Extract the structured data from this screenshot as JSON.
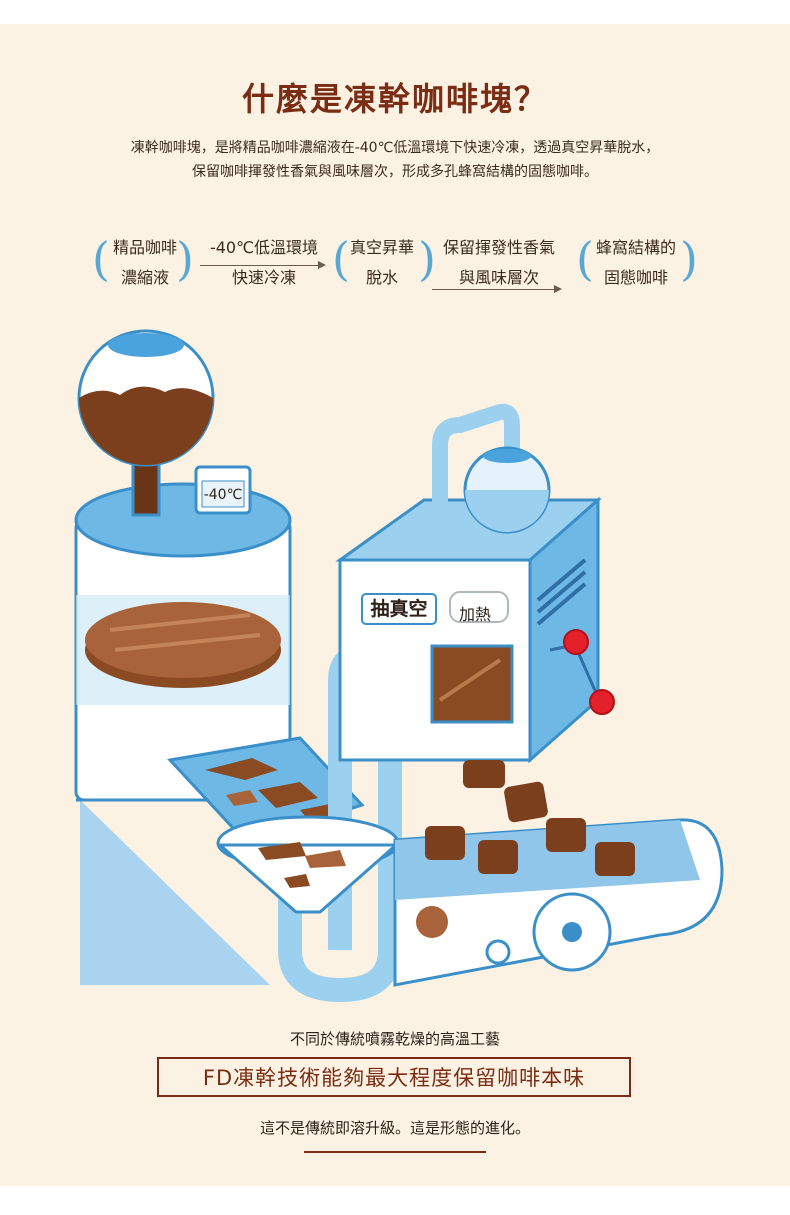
{
  "title": "什麼是凍幹咖啡塊？",
  "intro": {
    "line1": "凍幹咖啡塊，是將精品咖啡濃縮液在-40℃低溫環境下快速冷凍，透過真空昇華脫水，",
    "line2": "保留咖啡揮發性香氣與風味層次，形成多孔蜂窩結構的固態咖啡。"
  },
  "process": {
    "step1": {
      "line1": "精品咖啡",
      "line2": "濃縮液"
    },
    "arrow1": {
      "top": "-40℃低溫環境",
      "bottom": "快速冷凍"
    },
    "step2": {
      "line1": "真空昇華",
      "line2": "脫水"
    },
    "arrow2": {
      "top": "保留揮發性香氣",
      "bottom": "與風味層次"
    },
    "step3": {
      "line1": "蜂窩結構的",
      "line2": "固態咖啡"
    }
  },
  "illustration": {
    "temp_display": "-40℃",
    "vacuum_label": "抽真空",
    "heat_label": "加熱"
  },
  "bottom": {
    "line1": "不同於傳統噴霧乾燥的高溫工藝",
    "tagline": "FD凍幹技術能夠最大程度保留咖啡本味",
    "line2": "這不是傳統即溶升級。這是形態的進化。"
  },
  "colors": {
    "title": "#7a2d14",
    "accent_blue": "#5aa7d6",
    "coffee_brown": "#7b3f1e",
    "background": "#fbf2e3"
  }
}
